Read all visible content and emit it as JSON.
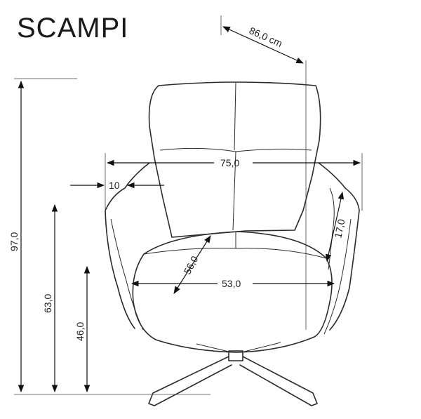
{
  "title": "SCAMPI",
  "dimensions": {
    "depth": "86,0 cm",
    "width_arms": "75,0",
    "arm_offset": "10",
    "total_height": "97,0",
    "arm_height": "63,0",
    "seat_height": "46,0",
    "seat_width": "53,0",
    "seat_depth": "56,0",
    "arm_rest_height": "17,0"
  }
}
